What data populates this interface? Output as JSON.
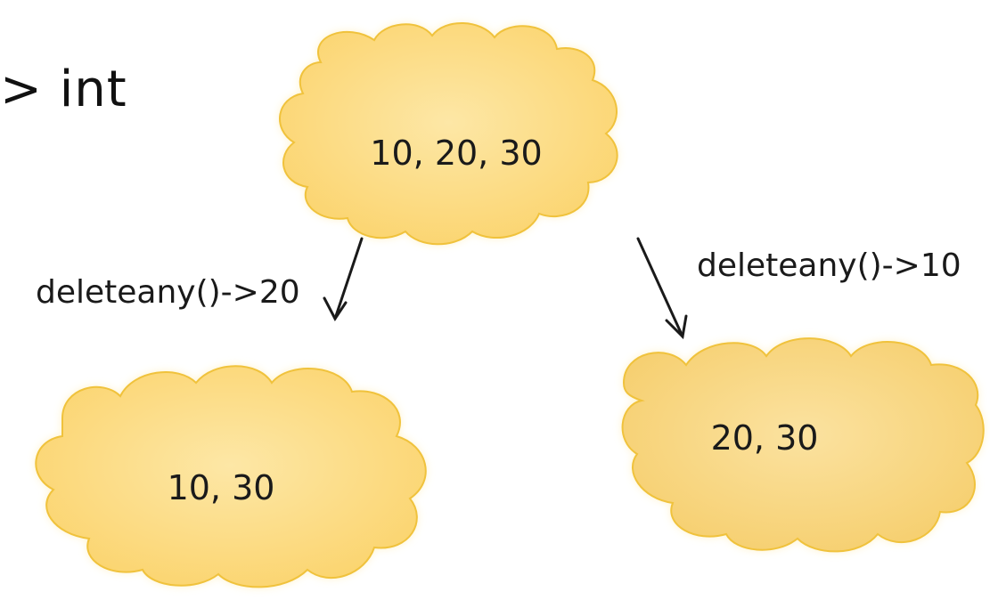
{
  "heading": "> int",
  "clouds": {
    "top": {
      "label": "10, 20, 30"
    },
    "left": {
      "label": "10, 30"
    },
    "right": {
      "label": "20, 30"
    }
  },
  "edges": {
    "left": {
      "label": "deleteany()->20"
    },
    "right": {
      "label": "deleteany()->10"
    }
  },
  "colors": {
    "cloud_fill": "#fcd97a",
    "cloud_fill_light": "#fde7a6",
    "cloud_stroke": "#f0c23c",
    "cloud_glow": "#fff0bd",
    "arrow": "#1a1a1a"
  }
}
